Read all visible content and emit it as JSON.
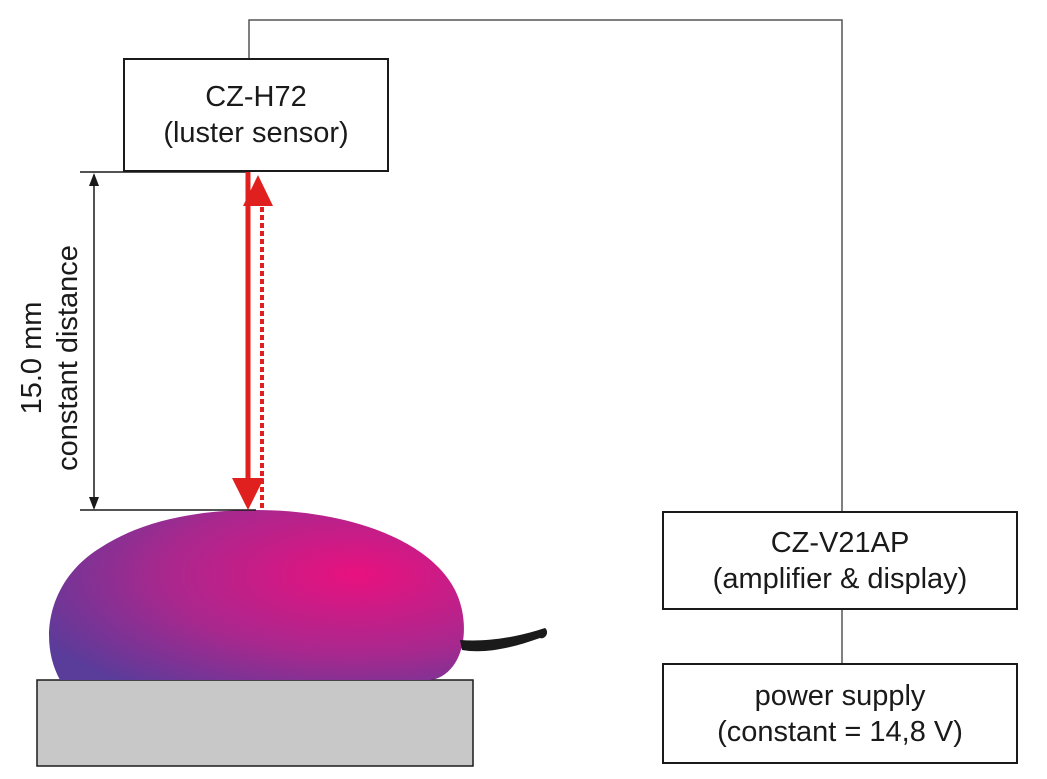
{
  "sensor": {
    "model": "CZ-H72",
    "description": "(luster sensor)"
  },
  "amplifier": {
    "model": "CZ-V21AP",
    "description": "(amplifier & display)"
  },
  "power": {
    "line1": "power supply",
    "line2": "(constant = 14,8 V)"
  },
  "distance": {
    "value": "15.0 mm",
    "note": "constant distance"
  },
  "colors": {
    "arrow": "#e0201f",
    "wire": "#555555",
    "stage": "#c8c8c8",
    "sample_gradient": [
      "#e8117f",
      "#a8288e",
      "#5a3c9a"
    ]
  }
}
